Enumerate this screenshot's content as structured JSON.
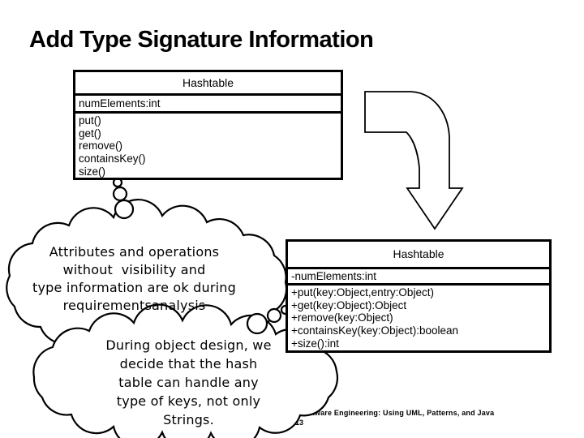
{
  "slide": {
    "title": "Add Type Signature Information",
    "footer_reference": "ed Software Engineering: Using UML, Patterns, and Java",
    "page_number": "13"
  },
  "uml_before": {
    "class_name": "Hashtable",
    "attributes": [
      "numElements:int"
    ],
    "operations": [
      "put()",
      "get()",
      "remove()",
      "containsKey()",
      "size()"
    ]
  },
  "uml_after": {
    "class_name": "Hashtable",
    "attributes": [
      "-numElements:int"
    ],
    "operations": [
      "+put(key:Object,entry:Object)",
      "+get(key:Object):Object",
      "+remove(key:Object)",
      "+containsKey(key:Object):boolean",
      "+size():int"
    ]
  },
  "thought_bubbles": [
    {
      "lines": [
        "Attributes and operations",
        "without  visibility and",
        "type information are ok during",
        "requirementsanalysis"
      ]
    },
    {
      "lines": [
        "During object design, we",
        "decide that the hash",
        "table can handle any",
        "type of keys, not only",
        "Strings."
      ]
    }
  ],
  "colors": {
    "background": "#ffffff",
    "ink": "#000000"
  }
}
